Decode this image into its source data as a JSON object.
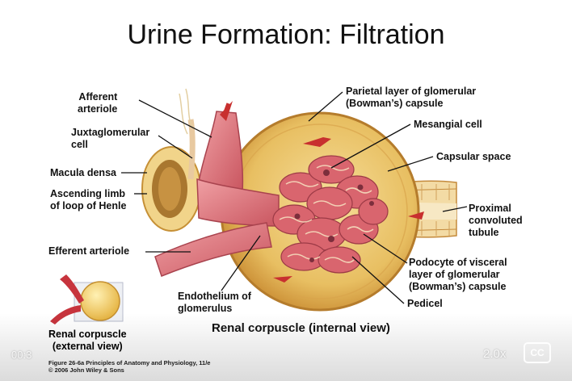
{
  "slide": {
    "title": "Urine Formation:  Filtration"
  },
  "labels": {
    "afferent_arteriole": [
      "Afferent",
      "arteriole"
    ],
    "juxtaglomerular_cell": [
      "Juxtaglomerular",
      "cell"
    ],
    "macula_densa": [
      "Macula densa"
    ],
    "ascending_limb": [
      "Ascending limb",
      "of loop of Henle"
    ],
    "efferent_arteriole": [
      "Efferent arteriole"
    ],
    "endothelium": [
      "Endothelium of",
      "glomerulus"
    ],
    "parietal_layer": [
      "Parietal layer of glomerular",
      "(Bowman’s) capsule"
    ],
    "mesangial_cell": [
      "Mesangial cell"
    ],
    "capsular_space": [
      "Capsular space"
    ],
    "proximal_tubule": [
      "Proximal",
      "convoluted",
      "tubule"
    ],
    "podocyte": [
      "Podocyte of visceral",
      "layer of  glomerular",
      "(Bowman’s) capsule"
    ],
    "pedicel": [
      "Pedicel"
    ]
  },
  "captions": {
    "internal_view": "Renal corpuscle (internal view)",
    "external_view": [
      "Renal corpuscle",
      "(external view)"
    ],
    "credit": [
      "Figure 26-6a  Principles of Anatomy and Physiology, 11/e",
      "© 2006 John Wiley & Sons"
    ]
  },
  "player": {
    "time": "00:3",
    "speed": "2.0x",
    "cc_label": "CC"
  },
  "colors": {
    "capsule_fill": "#e9c36a",
    "capsule_edge": "#c9892e",
    "vessel": "#e07a80",
    "vessel_dark": "#b84a57",
    "tubule": "#f1d79a",
    "arrow": "#c8302f"
  }
}
